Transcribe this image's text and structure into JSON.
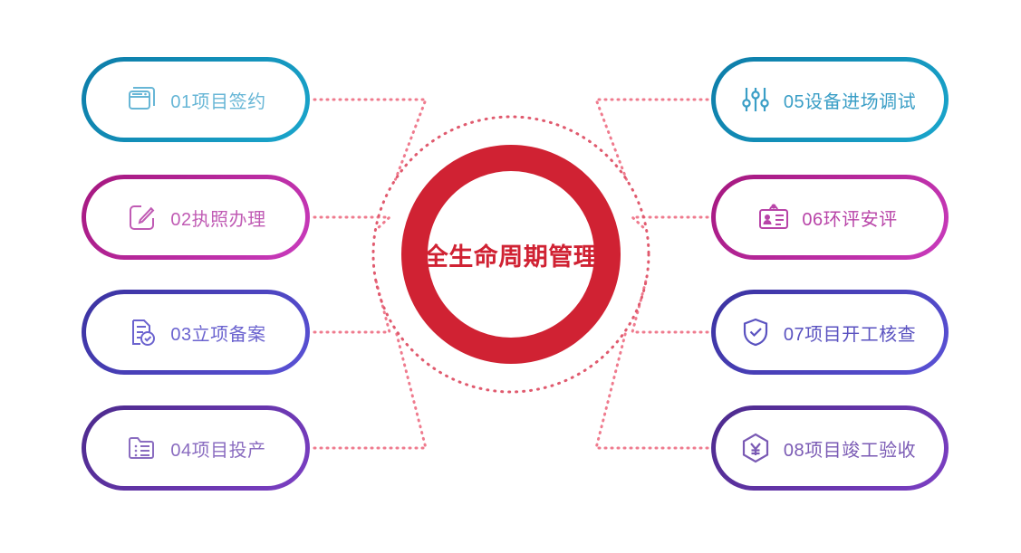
{
  "center": {
    "title": "全生命周期管理",
    "ring_color": "#d02233",
    "text_color": "#d02233",
    "dotted_ring_color": "#e05a6e"
  },
  "connector": {
    "color": "#ef7b8e",
    "style": "dotted"
  },
  "cards": [
    {
      "id": "01",
      "label": "01项目签约",
      "icon": "card-wallet-icon",
      "side": "left",
      "color_start": "#0d7ca8",
      "color_end": "#1aa6cc",
      "text_color": "#67b6d6"
    },
    {
      "id": "02",
      "label": "02执照办理",
      "icon": "edit-square-icon",
      "side": "left",
      "color_start": "#a5177e",
      "color_end": "#c93bbd",
      "text_color": "#c05bb4"
    },
    {
      "id": "03",
      "label": "03立项备案",
      "icon": "document-check-icon",
      "side": "left",
      "color_start": "#3b32a0",
      "color_end": "#5a52d6",
      "text_color": "#6b63cf"
    },
    {
      "id": "04",
      "label": "04项目投产",
      "icon": "folder-list-icon",
      "side": "left",
      "color_start": "#4b2a8c",
      "color_end": "#7c3fc4",
      "text_color": "#8a6cc0"
    },
    {
      "id": "05",
      "label": "05设备进场调试",
      "icon": "equalizer-sliders-icon",
      "side": "right",
      "color_start": "#0d7ca8",
      "color_end": "#1aa6cc",
      "text_color": "#3a9ec6"
    },
    {
      "id": "06",
      "label": "06环评安评",
      "icon": "id-card-icon",
      "side": "right",
      "color_start": "#a5177e",
      "color_end": "#c93bbd",
      "text_color": "#b844a8"
    },
    {
      "id": "07",
      "label": "07项目开工核查",
      "icon": "shield-check-icon",
      "side": "right",
      "color_start": "#3b32a0",
      "color_end": "#5a52d6",
      "text_color": "#5a52c0"
    },
    {
      "id": "08",
      "label": "08项目竣工验收",
      "icon": "yuan-hexagon-icon",
      "side": "right",
      "color_start": "#4b2a8c",
      "color_end": "#7c3fc4",
      "text_color": "#7a5ab4"
    }
  ]
}
